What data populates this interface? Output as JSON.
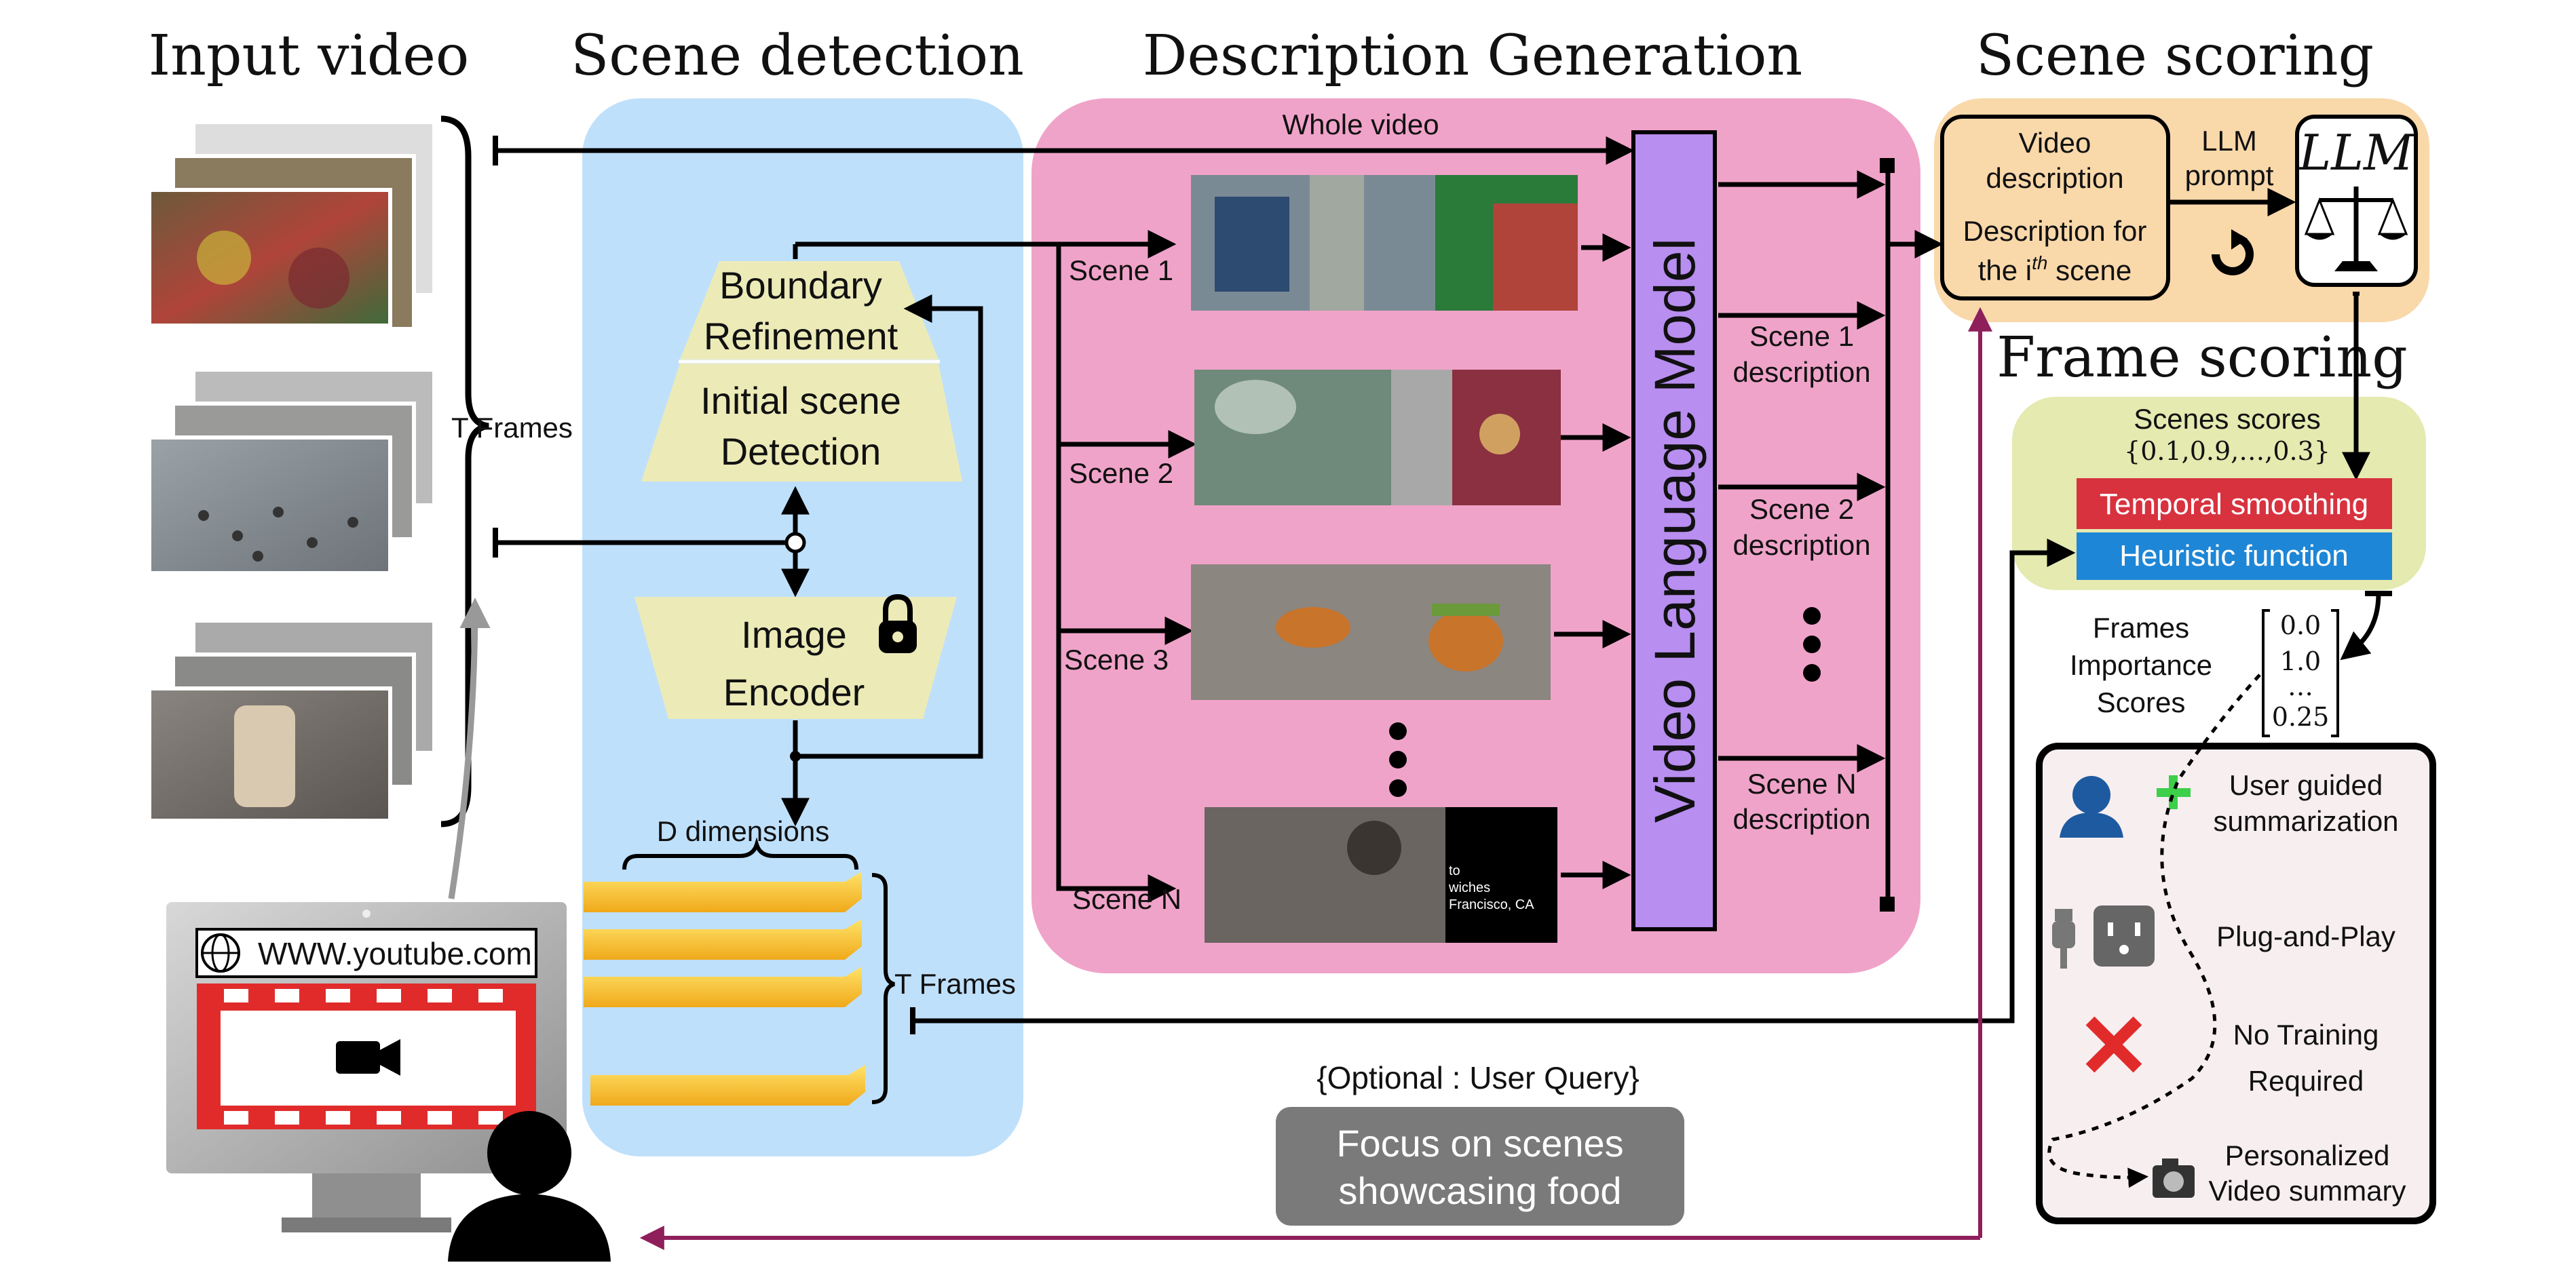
{
  "section_titles": {
    "input_video": "Input video",
    "scene_detection": "Scene detection",
    "description_generation": "Description Generation",
    "scene_scoring": "Scene scoring",
    "frame_scoring": "Frame scoring"
  },
  "input": {
    "t_frames": "T Frames",
    "url": "WWW.youtube.com"
  },
  "scene_detection": {
    "boundary_line1": "Boundary",
    "boundary_line2": "Refinement",
    "initial_line1": "Initial scene",
    "initial_line2": "Detection",
    "encoder_line1": "Image",
    "encoder_line2": "Encoder",
    "d_dimensions": "D dimensions",
    "t_frames": "T Frames"
  },
  "description_generation": {
    "whole_video": "Whole video",
    "scenes": [
      "Scene 1",
      "Scene 2",
      "Scene 3",
      "Scene N"
    ],
    "vlm": "Video Language Model",
    "scene_desc": [
      {
        "line1": "Scene 1",
        "line2": "description"
      },
      {
        "line1": "Scene 2",
        "line2": "description"
      },
      {
        "line1": "Scene N",
        "line2": "description"
      }
    ],
    "thumb_overlay": [
      "to",
      "wiches",
      "Francisco, CA"
    ]
  },
  "scene_scoring": {
    "video_desc_line1": "Video",
    "video_desc_line2": "description",
    "scene_desc_line1": "Description for",
    "scene_desc_line2_pre": "the i",
    "scene_desc_line2_sup": "th",
    "scene_desc_line2_post": " scene",
    "llm_prompt_line1": "LLM",
    "llm_prompt_line2": "prompt",
    "llm": "LLM"
  },
  "frame_scoring": {
    "scenes_scores": "Scenes scores",
    "scores_set": "{0.1,0.9,…,0.3}",
    "temporal": "Temporal smoothing",
    "heuristic": "Heuristic function",
    "fis_line1": "Frames",
    "fis_line2": "Importance",
    "fis_line3": "Scores",
    "vector": [
      "0.0",
      "1.0",
      "…",
      "0.25"
    ]
  },
  "features": {
    "user_guided_line1": "User guided",
    "user_guided_line2": "summarization",
    "plug_and_play": "Plug-and-Play",
    "no_training_line1": "No Training",
    "no_training_line2": "Required",
    "personalized_line1": "Personalized",
    "personalized_line2": "Video summary"
  },
  "query": {
    "optional": "{Optional : User Query}",
    "line1": "Focus on scenes",
    "line2": "showcasing food"
  },
  "colors": {
    "scene_detection_bg": "#bfe0fb",
    "description_bg": "#f0a3c9",
    "scene_scoring_bg": "#f9d8aa",
    "frame_scoring_bg": "#e4eab0",
    "trapezoid": "#ecebb8",
    "vlm": "#b88ef0",
    "temporal": "#d8323f",
    "heuristic": "#1e86d6",
    "query_box": "#7a7a7a",
    "user_arrow": "#8e1f5a"
  }
}
